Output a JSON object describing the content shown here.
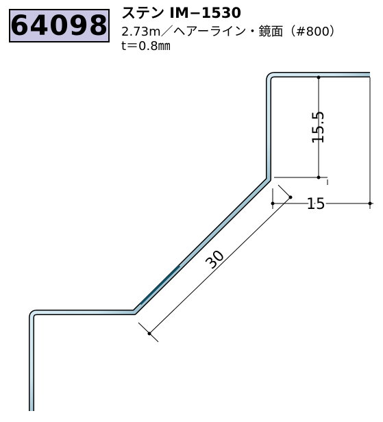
{
  "product": {
    "code": "64098",
    "name": "ステン IM−1530",
    "spec_line1": "2.73m／ヘアーライン・鏡面（#800）",
    "spec_line2": "t＝0.8㎜"
  },
  "dimensions": {
    "height": "15.5",
    "offset": "15",
    "slope": "30"
  },
  "colors": {
    "badge_fill": "#c9c6e3",
    "profile_outline": "#000000",
    "profile_highlight": "#dff0f7",
    "profile_shadow": "#0f4f66"
  }
}
